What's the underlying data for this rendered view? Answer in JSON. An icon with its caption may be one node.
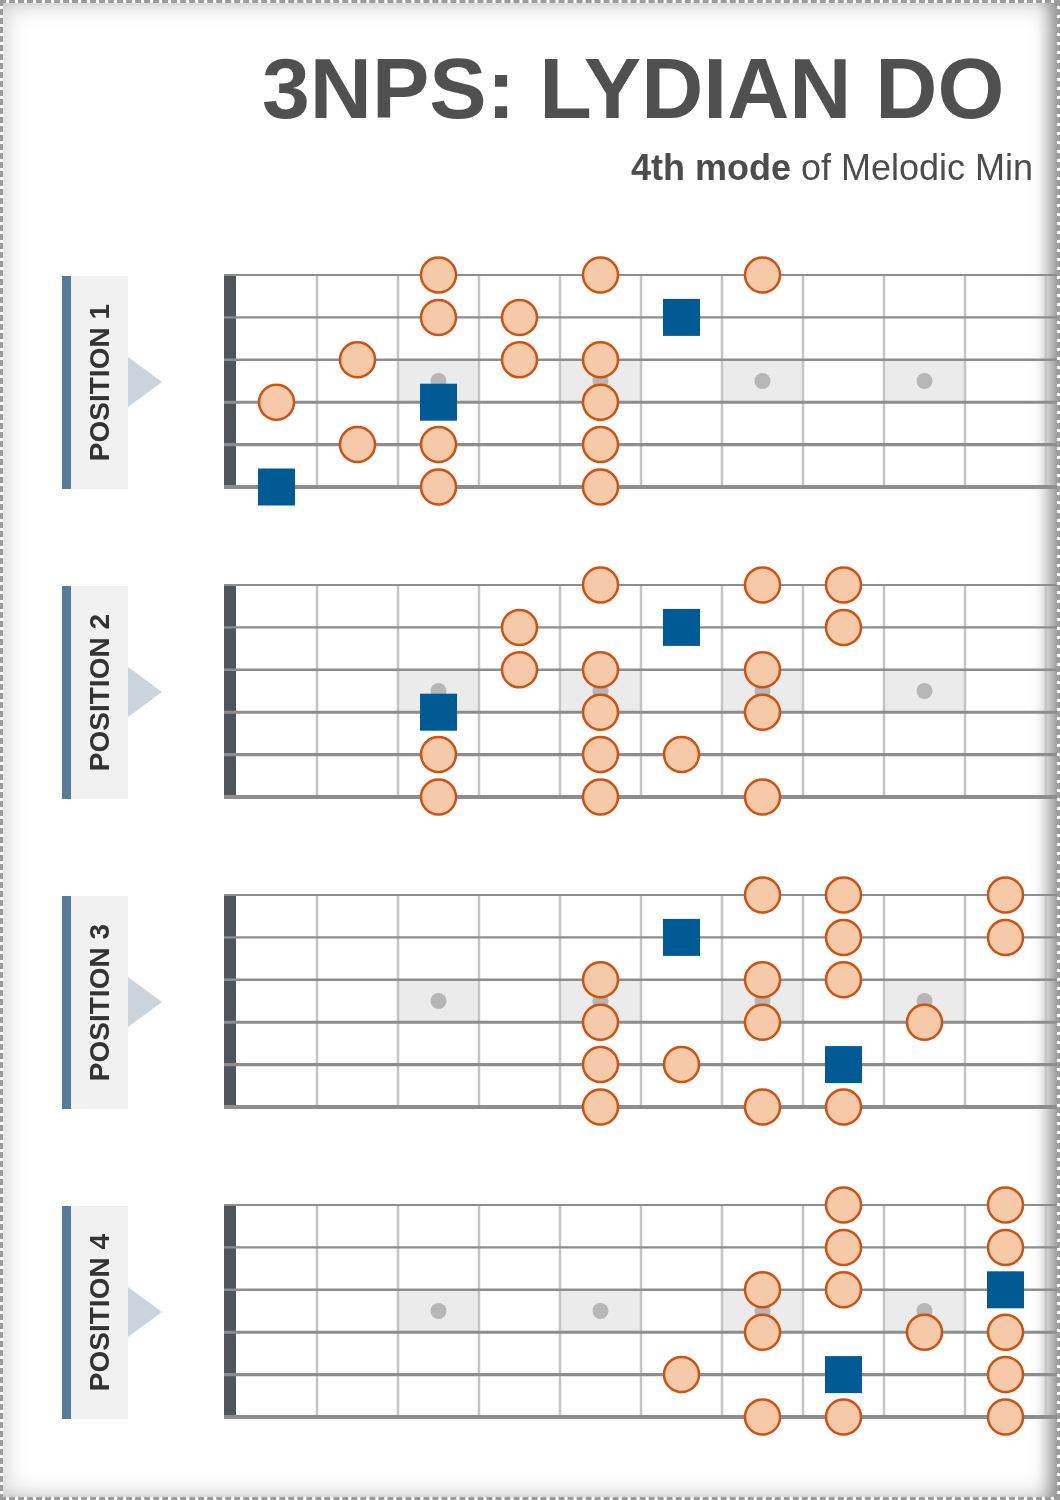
{
  "diagram": {
    "title": "3NPS: LYDIAN DO",
    "nodes": [
      {
        "text": [
          "POSITION 1"
        ]
      },
      {
        "text": [
          "POSITION 2"
        ]
      },
      {
        "text": [
          "POSITION 3"
        ]
      },
      {
        "text": [
          "POSITION 4"
        ]
      }
    ],
    "labels": [
      "**4th mode** of Melodic Min"
    ]
  }
}
